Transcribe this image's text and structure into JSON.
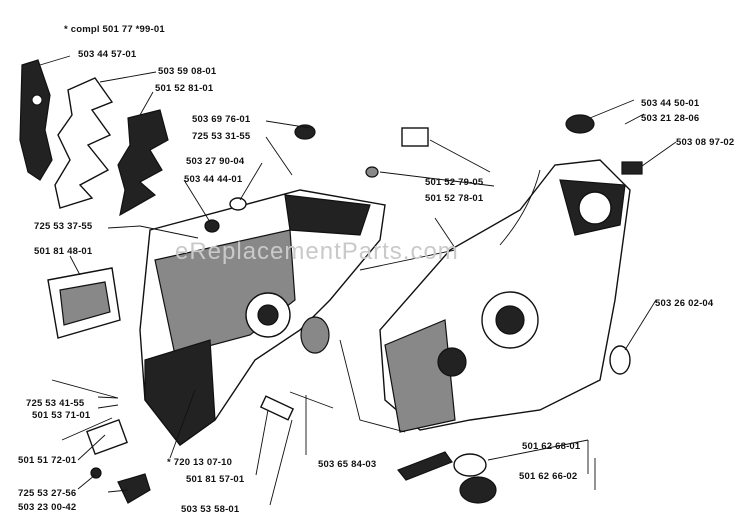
{
  "watermark": "eReplacementParts.com",
  "note": "* compl 501 77 *99-01",
  "labels": {
    "p1": "503 44 57-01",
    "p2": "503 59 08-01",
    "p3": "501 52 81-01",
    "p4": "503 69 76-01",
    "p5": "725 53 31-55",
    "p6": "503 27 90-04",
    "p7": "503 44 44-01",
    "p8": "725 53 37-55",
    "p9": "501 81 48-01",
    "p10": "501 52 79-05",
    "p11": "501 52 78-01",
    "p12": "503 44 50-01",
    "p13": "503 21 28-06",
    "p14": "503 08 97-02",
    "p15": "503 26 02-04",
    "p16": "725 53 41-55",
    "p17": "501 53 71-01",
    "p18": "501 51 72-01",
    "p19": "725 53 27-56",
    "p20": "503 23 00-42",
    "p21": "* 720 13 07-10",
    "p22": "501 81 57-01",
    "p23": "503 53 58-01",
    "p24": "503 65 84-03",
    "p25": "501 62 68-01",
    "p26": "501 62 66-02"
  }
}
